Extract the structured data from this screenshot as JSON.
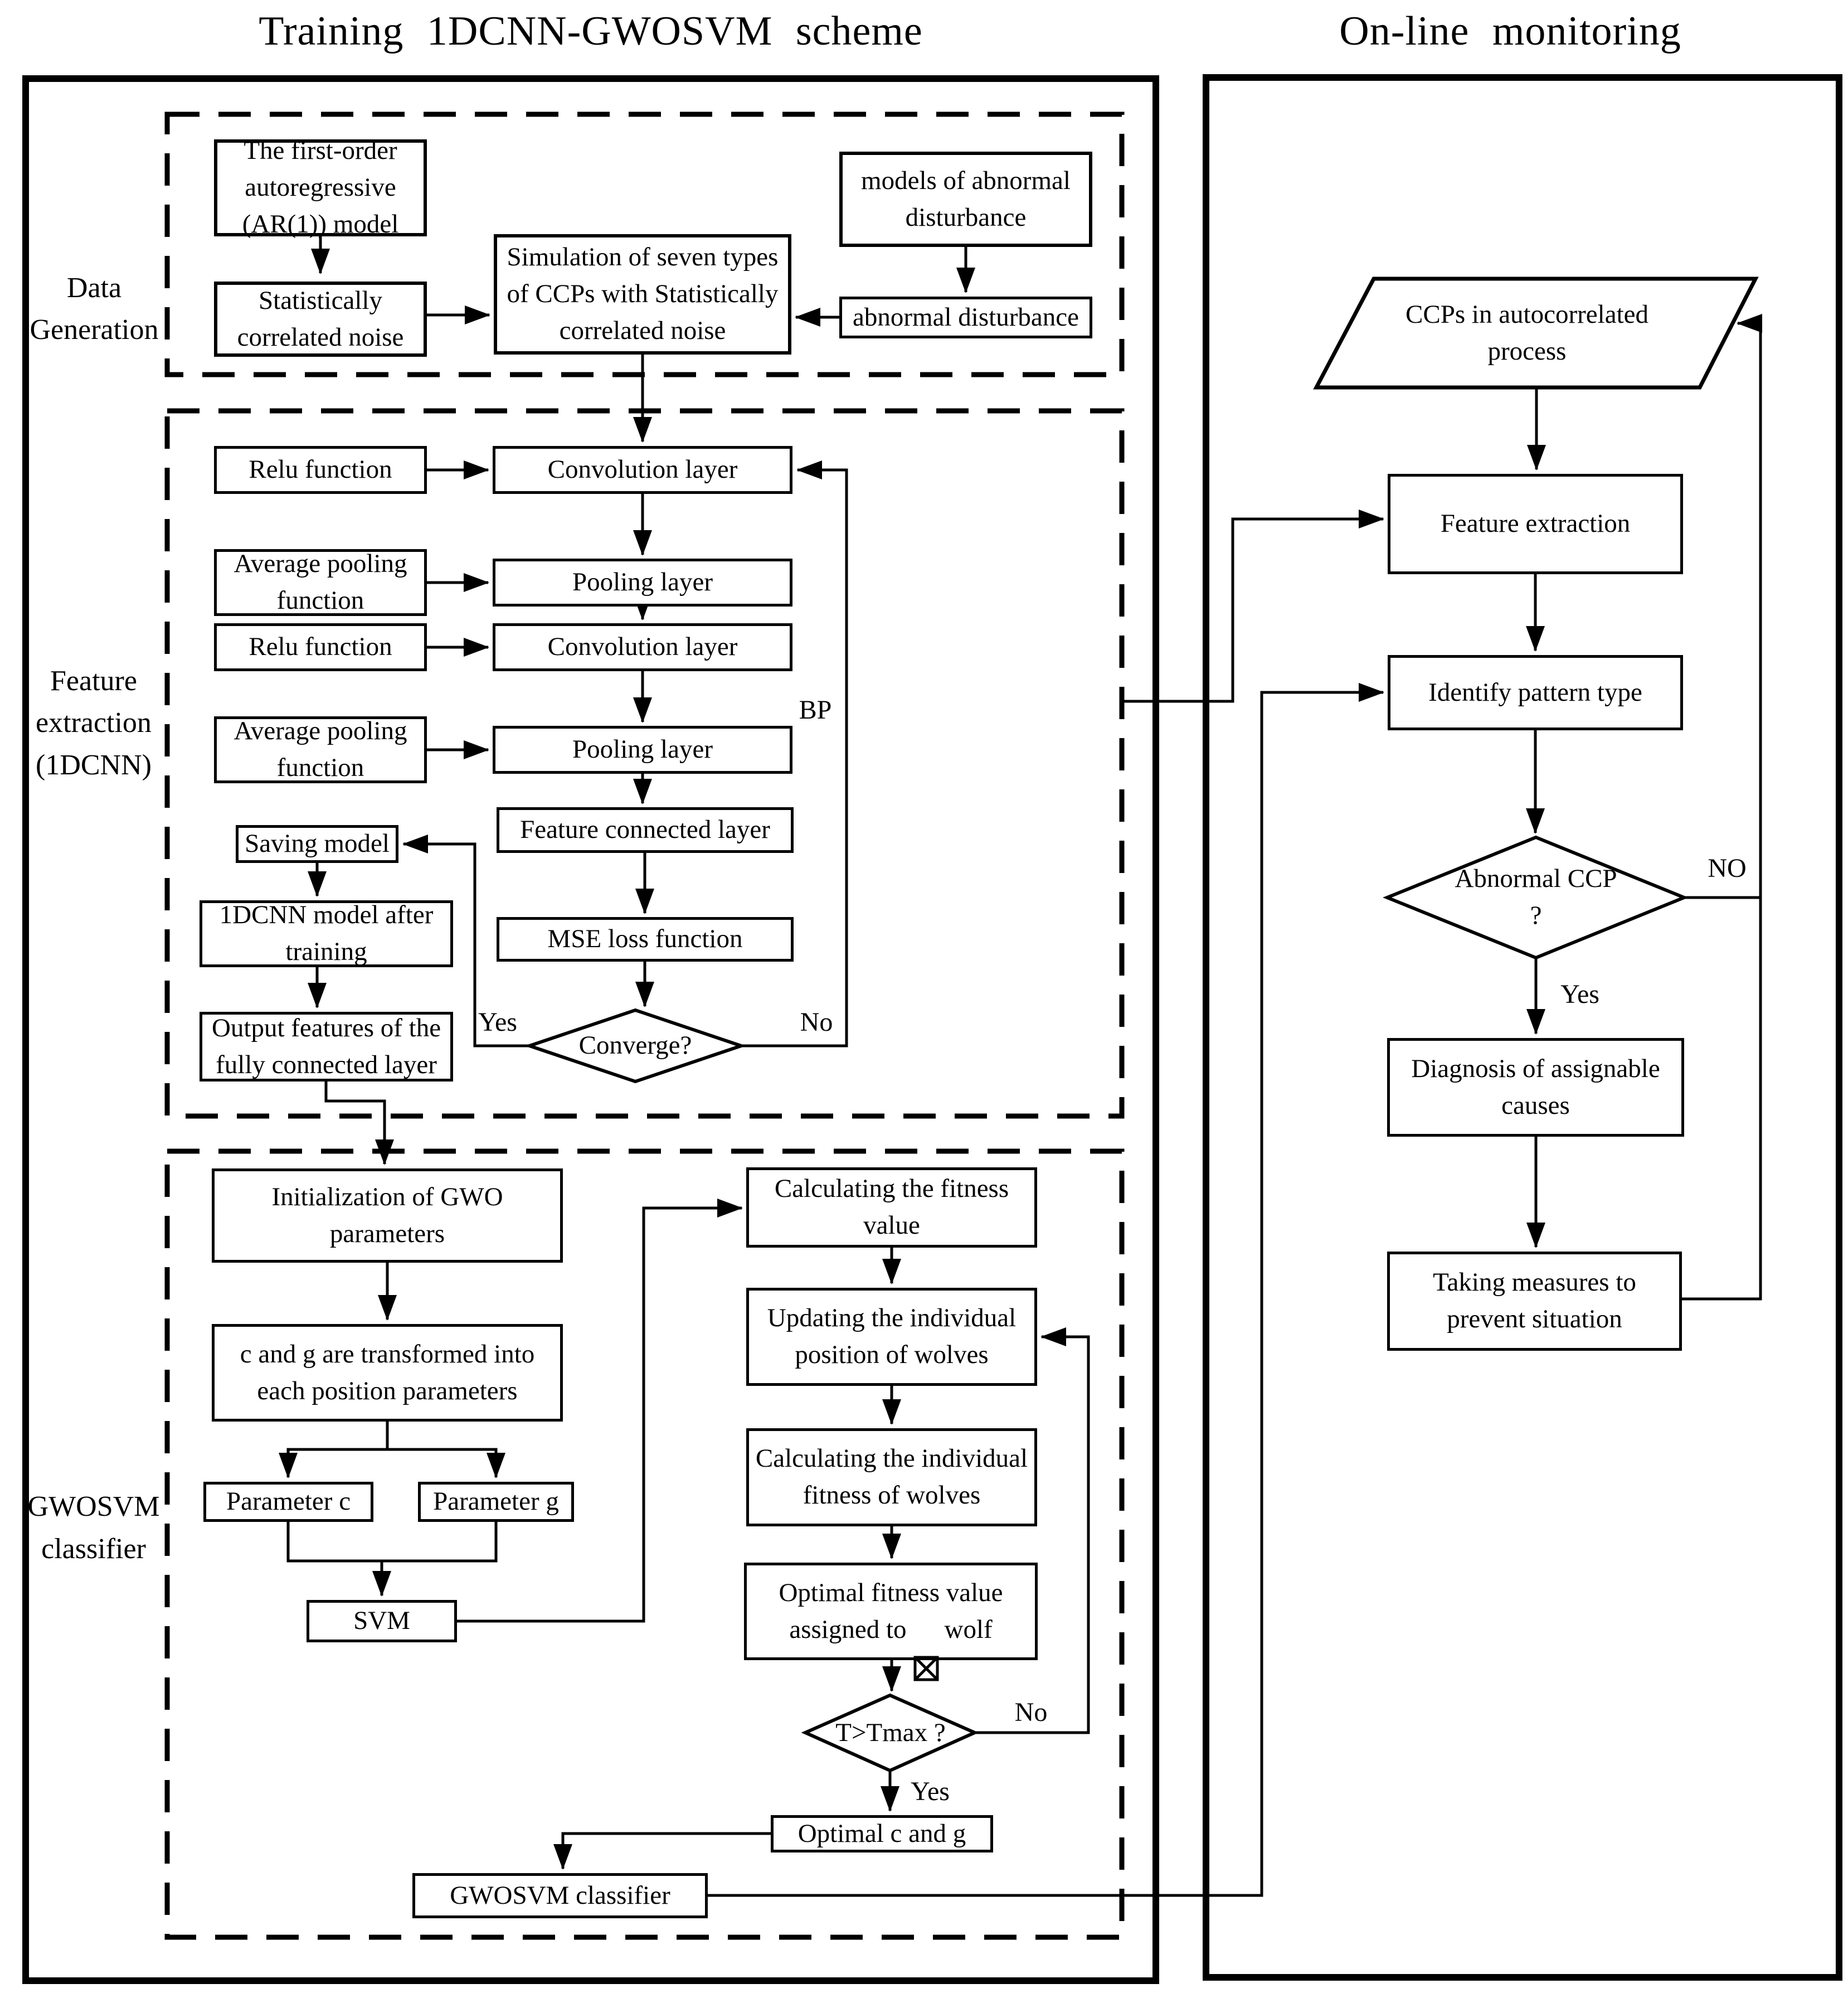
{
  "titles": {
    "training": "Training 1DCNN-GWOSVM scheme",
    "monitoring": "On-line monitoring"
  },
  "section_labels": {
    "data_generation": [
      "Data",
      "Generation"
    ],
    "feature_extraction": [
      "Feature",
      "extraction",
      "(1DCNN)"
    ],
    "gwosvm": [
      "GWOSVM",
      "classifier"
    ]
  },
  "nodes": {
    "ar_model": [
      "The first-order",
      "autoregressive",
      "(AR(1)) model"
    ],
    "corr_noise": [
      "Statistically",
      "correlated noise"
    ],
    "simulation": [
      "Simulation of seven types",
      "of CCPs with Statistically",
      "correlated noise"
    ],
    "abnormal_models": [
      "models of abnormal",
      "disturbance"
    ],
    "abnormal_disturbance": [
      "abnormal disturbance"
    ],
    "relu1": [
      "Relu function"
    ],
    "conv1": [
      "Convolution layer"
    ],
    "avgpool1": [
      "Average pooling",
      "function"
    ],
    "pool1": [
      "Pooling layer"
    ],
    "relu2": [
      "Relu function"
    ],
    "conv2": [
      "Convolution layer"
    ],
    "avgpool2": [
      "Average pooling",
      "function"
    ],
    "pool2": [
      "Pooling layer"
    ],
    "feature_connected": [
      "Feature connected layer"
    ],
    "mse": [
      "MSE loss function"
    ],
    "converge": "Converge?",
    "saving_model": [
      "Saving model"
    ],
    "dcnn_model": [
      "1DCNN model after",
      "training"
    ],
    "output_features": [
      "Output features of the",
      "fully connected layer"
    ],
    "init_gwo": [
      "Initialization of GWO",
      "parameters"
    ],
    "c_g_transform": [
      "c and g are transformed into",
      "each position parameters"
    ],
    "param_c": [
      "Parameter c"
    ],
    "param_g": [
      "Parameter g"
    ],
    "svm": [
      "SVM"
    ],
    "calc_fitness": [
      "Calculating the fitness",
      "value"
    ],
    "updating_wolves": [
      "Updating the individual",
      "position of wolves"
    ],
    "calc_individual": [
      "Calculating the individual",
      "fitness of wolves"
    ],
    "optimal_fitness": {
      "line1": "Optimal fitness value",
      "line2_before": "assigned to",
      "line2_after": "wolf",
      "symbol": "boxed-x-wolf"
    },
    "t_tmax": "T>Tmax ?",
    "optimal_cg": [
      "Optimal c and g"
    ],
    "gwosvm_classifier": [
      "GWOSVM  classifier"
    ],
    "ccps": [
      "CCPs in autocorrelated",
      "process"
    ],
    "feature_extraction": [
      "Feature extraction"
    ],
    "identify": [
      "Identify pattern type"
    ],
    "abnormal_ccp": "Abnormal CCP ?",
    "diagnosis": [
      "Diagnosis of assignable",
      "causes"
    ],
    "taking_measures": [
      "Taking measures to",
      "prevent situation"
    ]
  },
  "edge_labels": {
    "bp": "BP",
    "converge_yes": "Yes",
    "converge_no": "No",
    "tmax_yes": "Yes",
    "tmax_no": "No",
    "abnormal_yes": "Yes",
    "abnormal_no": "NO"
  }
}
